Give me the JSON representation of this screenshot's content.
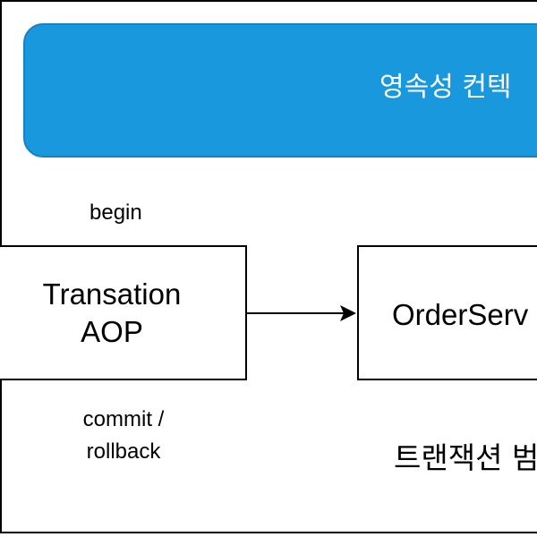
{
  "diagram": {
    "persistence_context_label": "영속성 컨텍",
    "aop_label_line1": "Transation",
    "aop_label_line2": "AOP",
    "service_label": "OrderServ",
    "begin_label": "begin",
    "commit_label_line1": "commit /",
    "commit_label_line2": "rollback",
    "transaction_scope_label": "트랜잭션 범",
    "colors": {
      "context_fill": "#1a98dd",
      "context_text": "#ffffff",
      "line": "#000000"
    }
  }
}
